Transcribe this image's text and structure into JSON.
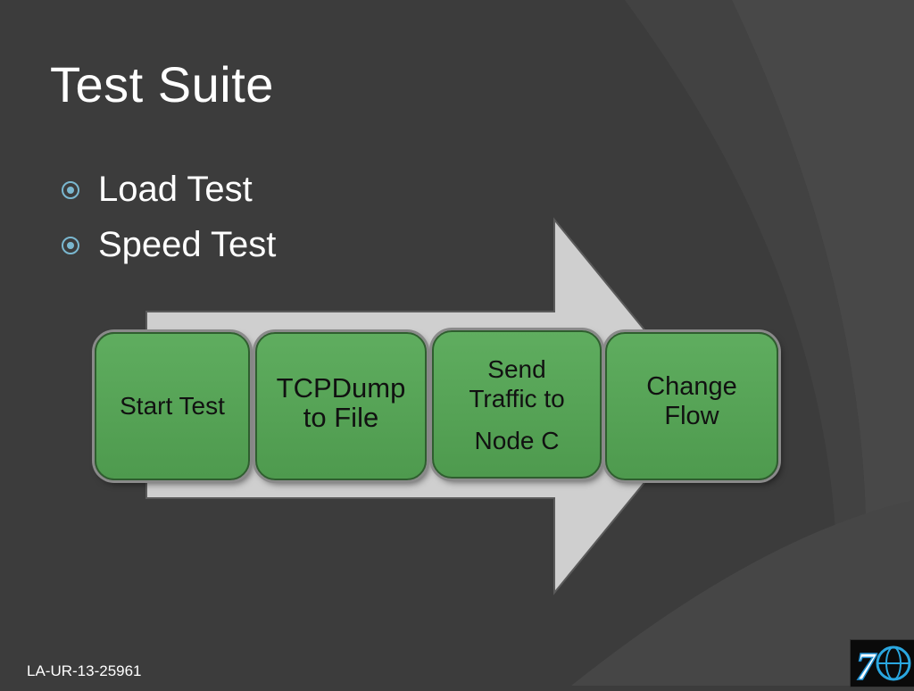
{
  "slide": {
    "title": "Test Suite",
    "bullets": [
      "Load Test",
      "Speed Test"
    ],
    "steps": [
      {
        "lines": [
          "Start Test"
        ]
      },
      {
        "lines": [
          "TCPDump",
          "to File"
        ]
      },
      {
        "lines": [
          "Send",
          "Traffic to",
          "Node C"
        ]
      },
      {
        "lines": [
          "Change",
          "Flow"
        ]
      }
    ],
    "footer": "LA-UR-13-25961",
    "logo": {
      "text": "7",
      "icon": "globe-logo-icon"
    }
  },
  "colors": {
    "background": "#3c3c3c",
    "swoosh": "#4a4a4a",
    "arrow_fill": "#cfcfcf",
    "step_fill": "#56a456",
    "bullet": "#7ab7cf",
    "text": "#ffffff"
  }
}
